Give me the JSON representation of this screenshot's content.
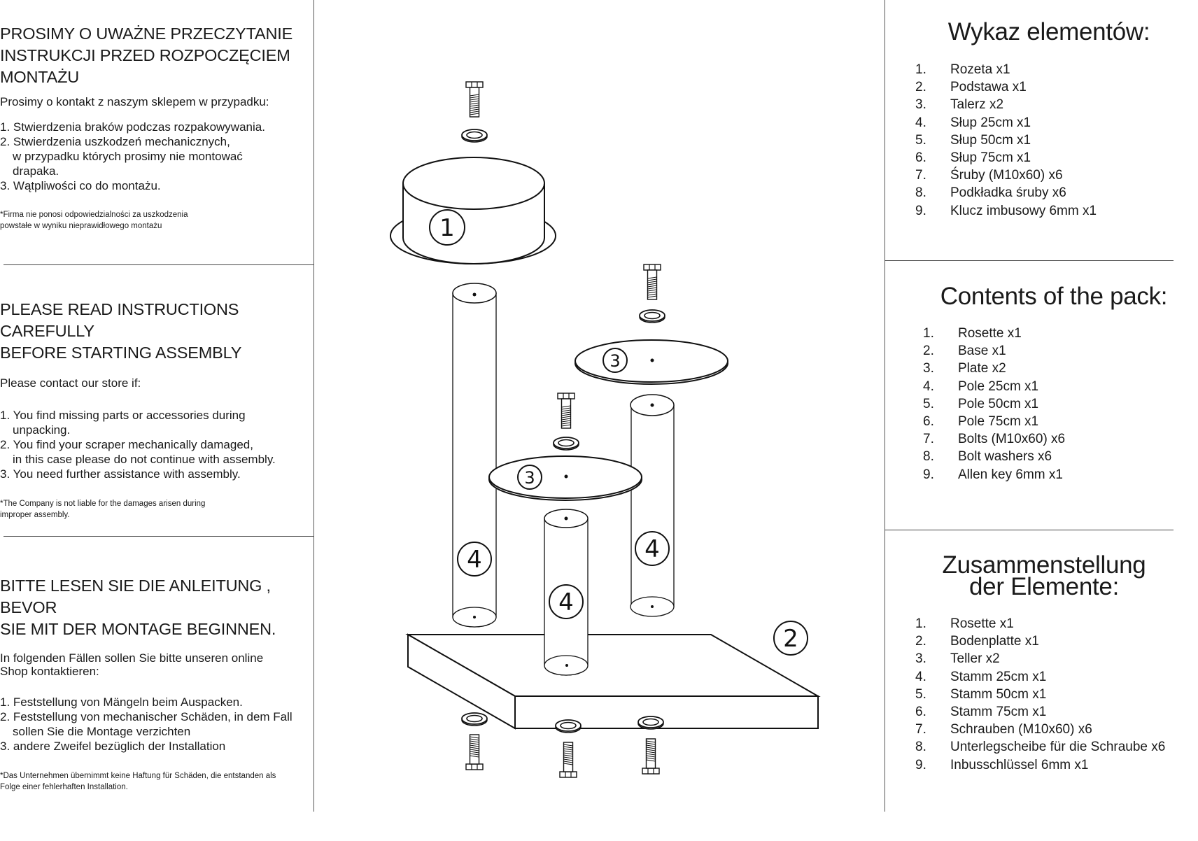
{
  "left_column": {
    "polish": {
      "heading": [
        "PROSIMY O UWAŻNE PRZECZYTANIE",
        "INSTRUKCJI PRZED ROZPOCZĘCIEM",
        "MONTAŻU"
      ],
      "intro": "Prosimy o kontakt z naszym sklepem w przypadku:",
      "items": [
        {
          "num": "1.",
          "lines": [
            "Stwierdzenia braków podczas rozpakowywania."
          ]
        },
        {
          "num": "2.",
          "lines": [
            "Stwierdzenia uszkodzeń mechanicznych,",
            "w przypadku których prosimy nie montować",
            "drapaka."
          ]
        },
        {
          "num": "3.",
          "lines": [
            "Wątpliwości co do montażu."
          ]
        }
      ],
      "note": [
        "*Firma nie ponosi odpowiedzialności za uszkodzenia",
        "powstałe w wyniku nieprawidłowego montażu"
      ]
    },
    "english": {
      "heading": [
        "PLEASE READ INSTRUCTIONS CAREFULLY",
        "BEFORE STARTING ASSEMBLY"
      ],
      "intro": "Please contact our store if:",
      "items": [
        {
          "num": "1.",
          "lines": [
            "You find missing parts or accessories during",
            "unpacking."
          ]
        },
        {
          "num": "2.",
          "lines": [
            "You find your scraper mechanically damaged,",
            "in this case please do not continue with assembly."
          ]
        },
        {
          "num": "3.",
          "lines": [
            "You need further assistance with assembly."
          ]
        }
      ],
      "note": [
        "*The Company is not liable for the damages arisen during",
        "improper assembly."
      ]
    },
    "german": {
      "heading": [
        "BITTE LESEN SIE DIE ANLEITUNG , BEVOR",
        "SIE MIT DER MONTAGE BEGINNEN."
      ],
      "intro": [
        "In folgenden Fällen sollen Sie bitte unseren online",
        "Shop kontaktieren:"
      ],
      "items": [
        {
          "num": "1.",
          "lines": [
            "Feststellung von Mängeln beim Auspacken."
          ]
        },
        {
          "num": "2.",
          "lines": [
            "Feststellung von mechanischer Schäden, in dem Fall",
            "sollen Sie die Montage verzichten"
          ]
        },
        {
          "num": "3.",
          "lines": [
            "andere Zweifel bezüglich der Installation"
          ]
        }
      ],
      "note": [
        "*Das Unternehmen übernimmt keine Haftung für Schäden, die entstanden als",
        "Folge einer  fehlerhaften Installation."
      ]
    }
  },
  "diagram": {
    "callouts": {
      "rosette": "1",
      "base": "2",
      "plate_upper": "3",
      "plate_lower": "3",
      "pole_tall": "4",
      "pole_short": "4",
      "pole_right": "4"
    },
    "icons": [
      "bolt-icon",
      "washer-icon"
    ]
  },
  "right_column": {
    "polish": {
      "heading": [
        "Wykaz elementów:"
      ],
      "items": [
        {
          "num": "1.",
          "text": "Rozeta x1"
        },
        {
          "num": "2.",
          "text": "Podstawa x1"
        },
        {
          "num": "3.",
          "text": "Talerz x2"
        },
        {
          "num": "4.",
          "text": "Słup 25cm x1"
        },
        {
          "num": "5.",
          "text": "Słup 50cm x1"
        },
        {
          "num": "6.",
          "text": "Słup 75cm x1"
        },
        {
          "num": "7.",
          "text": "Śruby (M10x60) x6"
        },
        {
          "num": "8.",
          "text": "Podkładka śruby x6"
        },
        {
          "num": "9.",
          "text": "Klucz imbusowy 6mm x1"
        }
      ]
    },
    "english": {
      "heading": [
        "Contents of the pack:"
      ],
      "items": [
        {
          "num": "1.",
          "text": "Rosette x1"
        },
        {
          "num": "2.",
          "text": "Base x1"
        },
        {
          "num": "3.",
          "text": "Plate x2"
        },
        {
          "num": "4.",
          "text": "Pole 25cm x1"
        },
        {
          "num": "5.",
          "text": "Pole 50cm x1"
        },
        {
          "num": "6.",
          "text": "Pole 75cm x1"
        },
        {
          "num": "7.",
          "text": "Bolts (M10x60) x6"
        },
        {
          "num": "8.",
          "text": "Bolt washers x6"
        },
        {
          "num": "9.",
          "text": "Allen key 6mm x1"
        }
      ]
    },
    "german": {
      "heading": [
        "Zusammenstellung",
        "der Elemente:"
      ],
      "items": [
        {
          "num": "1.",
          "text": "Rosette x1"
        },
        {
          "num": "2.",
          "text": "Bodenplatte x1"
        },
        {
          "num": "3.",
          "text": "Teller x2"
        },
        {
          "num": "4.",
          "text": "Stamm 25cm x1"
        },
        {
          "num": "5.",
          "text": "Stamm 50cm x1"
        },
        {
          "num": "6.",
          "text": "Stamm 75cm x1"
        },
        {
          "num": "7.",
          "text": "Schrauben (M10x60) x6"
        },
        {
          "num": "8.",
          "text": "Unterlegscheibe für die Schraube x6"
        },
        {
          "num": "9.",
          "text": "Inbusschlüssel 6mm x1"
        }
      ]
    }
  }
}
